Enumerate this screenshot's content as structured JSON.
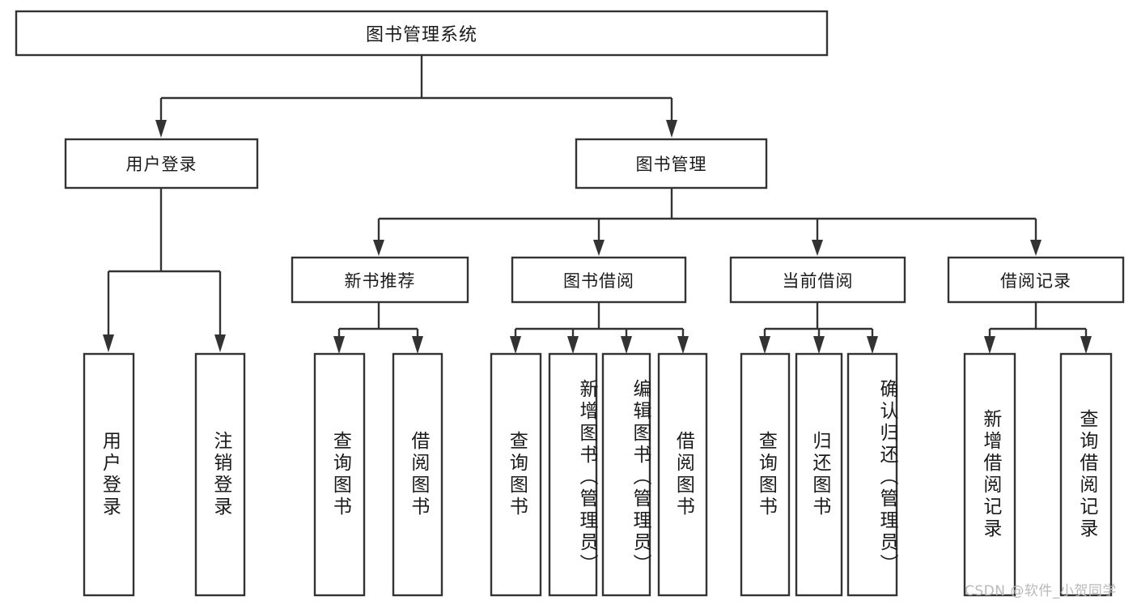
{
  "diagram": {
    "title_node": {
      "label": "图书管理系统"
    },
    "level1": [
      {
        "label": "用户登录"
      },
      {
        "label": "图书管理"
      }
    ],
    "level2": [
      {
        "label": "新书推荐"
      },
      {
        "label": "图书借阅"
      },
      {
        "label": "当前借阅"
      },
      {
        "label": "借阅记录"
      }
    ],
    "leaves": {
      "user_login": [
        {
          "label": "用户登录"
        },
        {
          "label": "注销登录"
        }
      ],
      "new_book_recommend": [
        {
          "label": "查询图书"
        },
        {
          "label": "借阅图书"
        }
      ],
      "book_borrow": [
        {
          "label": "查询图书"
        },
        {
          "label": "新增图书（管理员）"
        },
        {
          "label": "编辑图书（管理员）"
        },
        {
          "label": "借阅图书"
        }
      ],
      "current_borrow": [
        {
          "label": "查询图书"
        },
        {
          "label": "归还图书"
        },
        {
          "label": "确认归还（管理员）"
        }
      ],
      "borrow_record": [
        {
          "label": "新增借阅记录"
        },
        {
          "label": "查询借阅记录"
        }
      ]
    },
    "watermark": {
      "text": "CSDN @软件_小贺同学"
    },
    "colors": {
      "stroke": "#333333",
      "box_fill": "#ffffff",
      "text": "#1a1a1a",
      "watermark": "#b9b9b9"
    }
  }
}
